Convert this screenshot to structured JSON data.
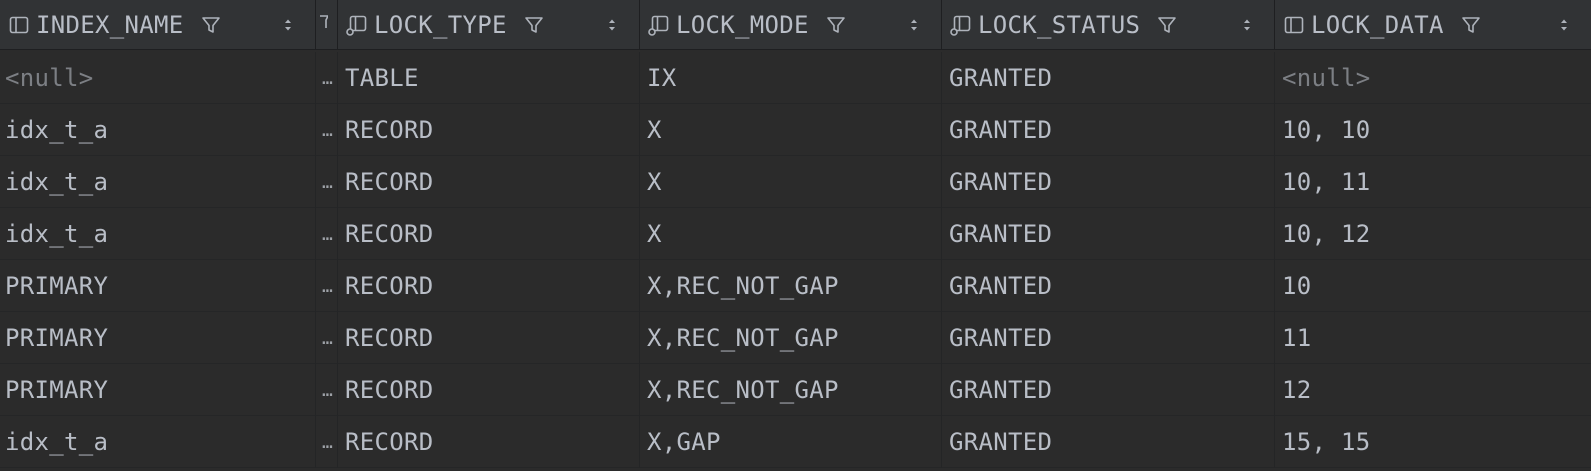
{
  "columns": [
    {
      "label": "INDEX_NAME",
      "icon": "column-icon"
    },
    {
      "label": "",
      "icon": ""
    },
    {
      "label": "LOCK_TYPE",
      "icon": "key-column-icon"
    },
    {
      "label": "LOCK_MODE",
      "icon": "key-column-icon"
    },
    {
      "label": "LOCK_STATUS",
      "icon": "key-column-icon"
    },
    {
      "label": "LOCK_DATA",
      "icon": "column-icon"
    }
  ],
  "truncated_marker": "…",
  "rows": [
    {
      "index_name": "<null>",
      "lock_type": "TABLE",
      "lock_mode": "IX",
      "lock_status": "GRANTED",
      "lock_data": "<null>"
    },
    {
      "index_name": "idx_t_a",
      "lock_type": "RECORD",
      "lock_mode": "X",
      "lock_status": "GRANTED",
      "lock_data": "10, 10"
    },
    {
      "index_name": "idx_t_a",
      "lock_type": "RECORD",
      "lock_mode": "X",
      "lock_status": "GRANTED",
      "lock_data": "10, 11"
    },
    {
      "index_name": "idx_t_a",
      "lock_type": "RECORD",
      "lock_mode": "X",
      "lock_status": "GRANTED",
      "lock_data": "10, 12"
    },
    {
      "index_name": "PRIMARY",
      "lock_type": "RECORD",
      "lock_mode": "X,REC_NOT_GAP",
      "lock_status": "GRANTED",
      "lock_data": "10"
    },
    {
      "index_name": "PRIMARY",
      "lock_type": "RECORD",
      "lock_mode": "X,REC_NOT_GAP",
      "lock_status": "GRANTED",
      "lock_data": "11"
    },
    {
      "index_name": "PRIMARY",
      "lock_type": "RECORD",
      "lock_mode": "X,REC_NOT_GAP",
      "lock_status": "GRANTED",
      "lock_data": "12"
    },
    {
      "index_name": "idx_t_a",
      "lock_type": "RECORD",
      "lock_mode": "X,GAP",
      "lock_status": "GRANTED",
      "lock_data": "15, 15"
    }
  ],
  "colors": {
    "background": "#2b2b2b",
    "header_background": "#313335",
    "text": "#b9bec7",
    "null_text": "#7c7f84"
  }
}
